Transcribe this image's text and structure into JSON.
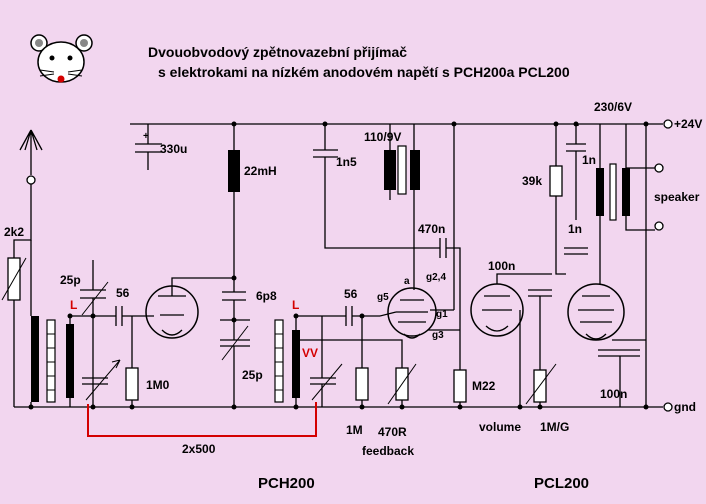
{
  "title": {
    "line1": "Dvouobvodový zpětnovazební přijímač",
    "line2": "s elektrokami na nízkém anodovém napětí s PCH200a PCL200"
  },
  "labels": {
    "cap_330u": "330u",
    "ind_22mH": "22mH",
    "cap_1n5": "1n5",
    "neon_110": "110/9V",
    "bulb_230": "230/6V",
    "plus24": "+24V",
    "r_39k": "39k",
    "cap_1n_top": "1n",
    "cap_1n_mid": "1n",
    "speaker": "speaker",
    "r_2k2": "2k2",
    "cap_25p_left": "25p",
    "cap_56_left": "56",
    "coil_L_left": "L",
    "cap_6p8": "6p8",
    "coil_L_right": "L",
    "cap_56_right": "56",
    "cap_470n": "470n",
    "pin_a": "a",
    "pin_g24": "g2,4",
    "pin_g5": "g5",
    "pin_g1": "g1",
    "pin_g3": "g3",
    "cap_100n_mid": "100n",
    "coil_vv": "VV",
    "cap_25p_right": "25p",
    "r_1M0": "1M0",
    "r_M22": "M22",
    "cap_100n_bottom": "100n",
    "gnd": "gnd",
    "r_1M": "1M",
    "r_470R": "470R",
    "feedback": "feedback",
    "volume": "volume",
    "r_1MG": "1M/G",
    "gang_2x500": "2x500",
    "tube_pch200": "PCH200",
    "tube_pcl200": "PCL200"
  },
  "colors": {
    "background": "#f2d6ef",
    "wire": "#000000",
    "highlight": "#d40000"
  },
  "icons": {
    "logo": "mouse-face-icon",
    "antenna": "antenna-icon",
    "terminal": "terminal-circle-icon"
  }
}
